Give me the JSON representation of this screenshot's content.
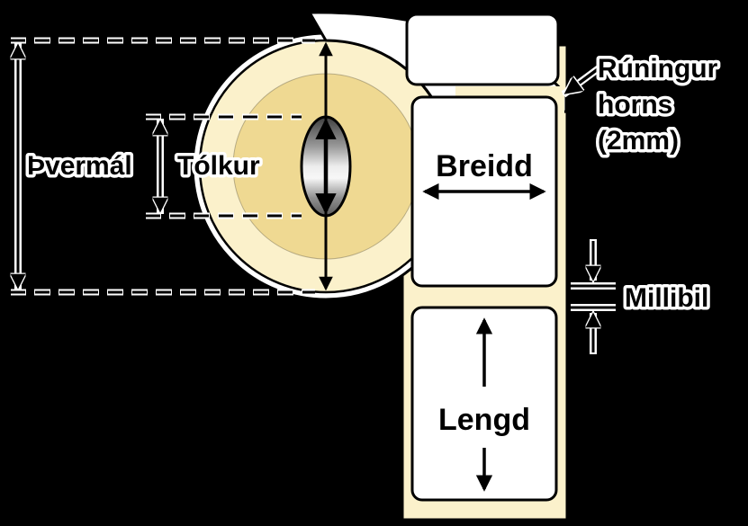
{
  "labels": {
    "diameter": "Þvermál",
    "core": "Tólkur",
    "width": "Breidd",
    "length": "Lengd",
    "gap": "Millibil",
    "corner_l1": "Rúningur",
    "corner_l2": "horns",
    "corner_l3": "(2mm)"
  },
  "colors": {
    "background": "#000000",
    "paper": "#FBF1CB",
    "core_ring": "#EFD992",
    "label_face": "#FFFFFF",
    "ink": "#000000",
    "halo": "#FFFFFF"
  }
}
